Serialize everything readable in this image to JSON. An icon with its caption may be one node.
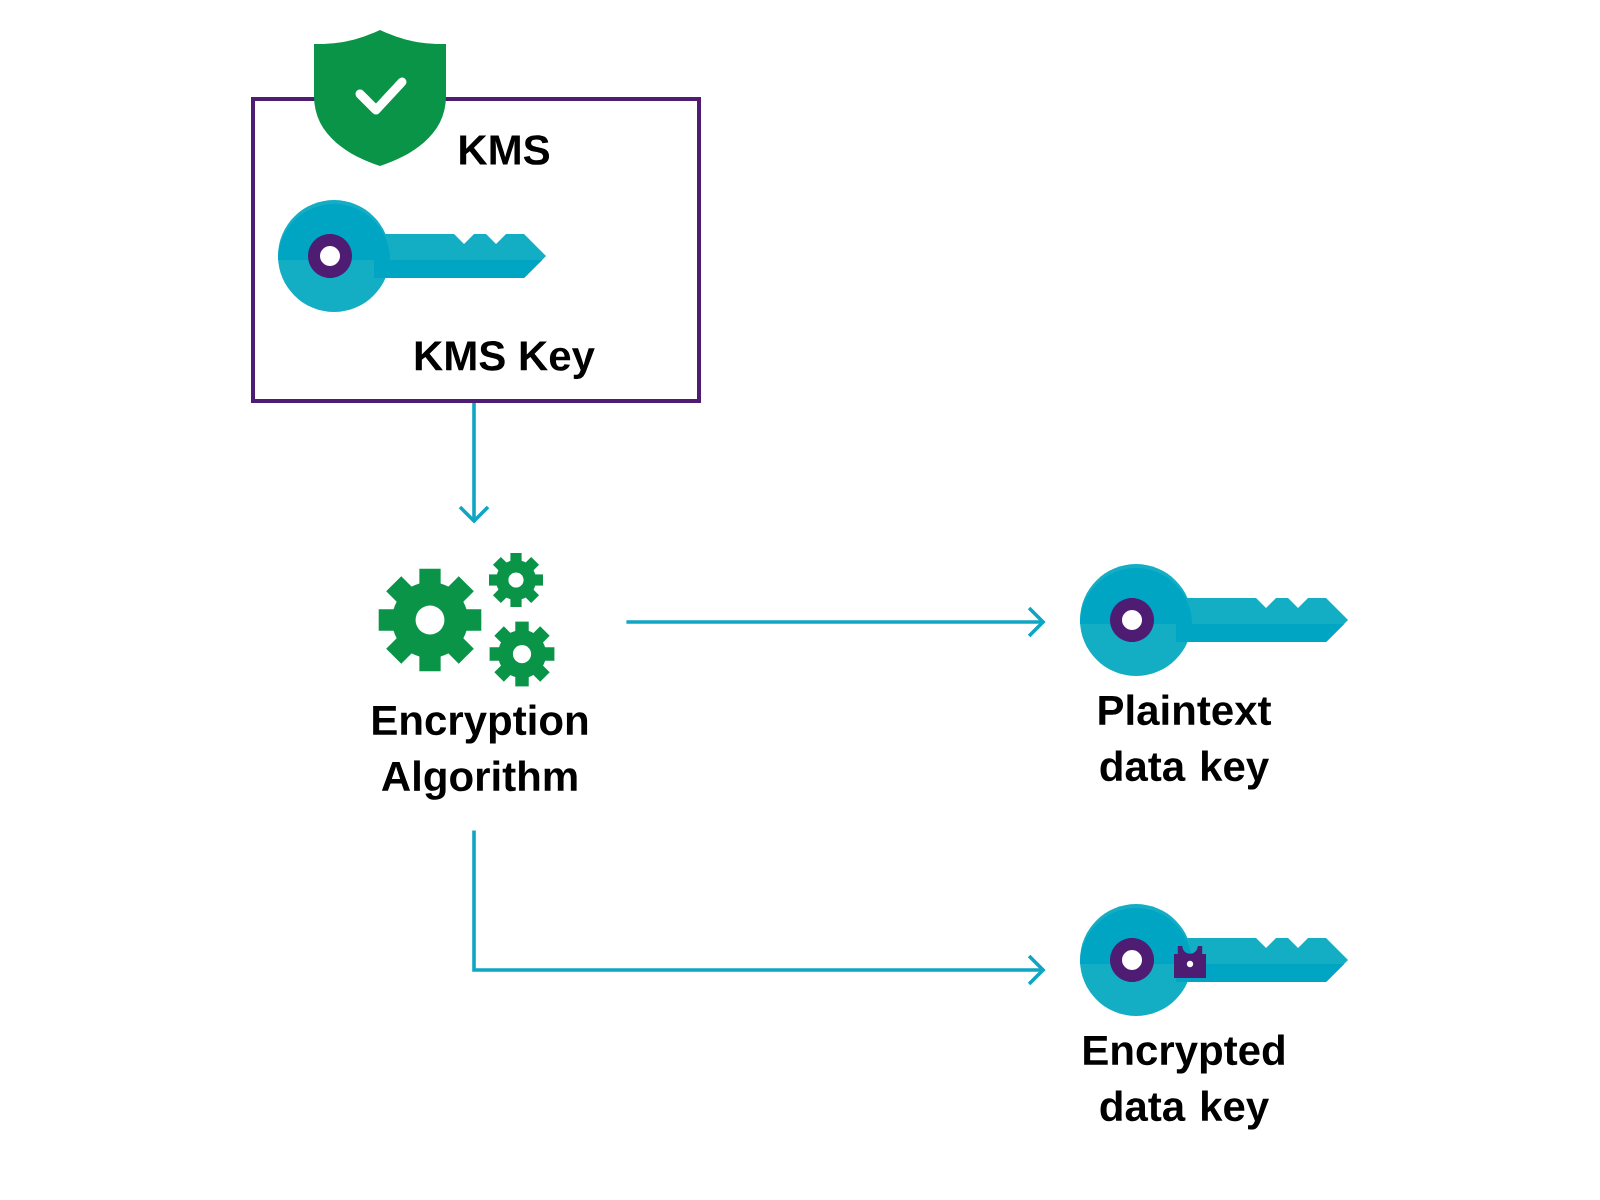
{
  "diagram": {
    "nodes": [
      {
        "text": [
          "KMS",
          "KMS Key"
        ]
      },
      {
        "text": [
          "Encryption Algorithm"
        ]
      },
      {
        "text": [
          "Plaintext data key"
        ]
      },
      {
        "text": [
          "Encrypted data key"
        ]
      }
    ],
    "edges": [
      {
        "from": 0,
        "to": 1,
        "arrow": "to"
      },
      {
        "from": 1,
        "to": 2,
        "arrow": "to"
      },
      {
        "from": 1,
        "to": 3,
        "arrow": "to"
      }
    ]
  }
}
